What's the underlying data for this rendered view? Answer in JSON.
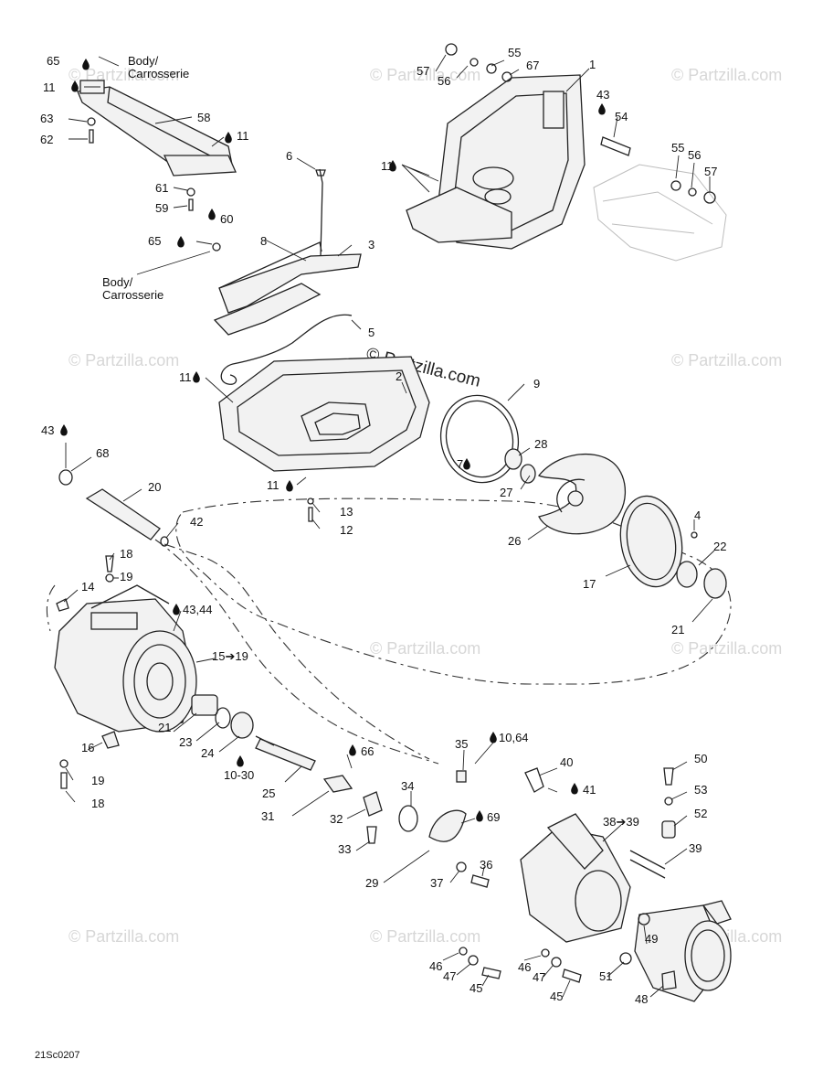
{
  "watermark": {
    "text": "© Partzilla.com",
    "main_text": "© Partzilla.com"
  },
  "diagram_code": "21Sc0207",
  "body_label": {
    "line1": "Body/",
    "line2": "Carrosserie"
  },
  "callouts": {
    "c65a": "65",
    "c11a": "11",
    "c63": "63",
    "c62": "62",
    "c58": "58",
    "c11b": "11",
    "c61": "61",
    "c59": "59",
    "c60": "60",
    "c6": "6",
    "c8": "8",
    "c3": "3",
    "c65b": "65",
    "c57a": "57",
    "c56a": "56",
    "c55a": "55",
    "c67": "67",
    "c1": "1",
    "c43a": "43",
    "c54": "54",
    "c55b": "55",
    "c56b": "56",
    "c57b": "57",
    "c11c": "11",
    "c5": "5",
    "c11d": "11",
    "c2": "2",
    "c9": "9",
    "c7": "7",
    "c28": "28",
    "c27": "27",
    "c11e": "11",
    "c13": "13",
    "c12": "12",
    "c43b": "43",
    "c68": "68",
    "c20": "20",
    "c42": "42",
    "c4": "4",
    "c26": "26",
    "c22": "22",
    "c17": "17",
    "c21a": "21",
    "c18a": "18",
    "c19a": "19",
    "c14": "14",
    "c4344": "43,44",
    "c1519": "15➔19",
    "c21b": "21",
    "c23": "23",
    "c24": "24",
    "c1030": "10-30",
    "c16": "16",
    "c19b": "19",
    "c18b": "18",
    "c66": "66",
    "c25": "25",
    "c31": "31",
    "c35": "35",
    "c1064": "10,64",
    "c34": "34",
    "c32": "32",
    "c33": "33",
    "c69": "69",
    "c29": "29",
    "c36": "36",
    "c37": "37",
    "c40": "40",
    "c41": "41",
    "c50": "50",
    "c53": "53",
    "c52": "52",
    "c3839": "38➔39",
    "c39": "39",
    "c49": "49",
    "c51": "51",
    "c48": "48",
    "c46a": "46",
    "c47a": "47",
    "c45a": "45",
    "c46b": "46",
    "c47b": "47",
    "c45b": "45"
  },
  "glyphs": {
    "dash": "–",
    "drop_icon": "drop-icon"
  }
}
